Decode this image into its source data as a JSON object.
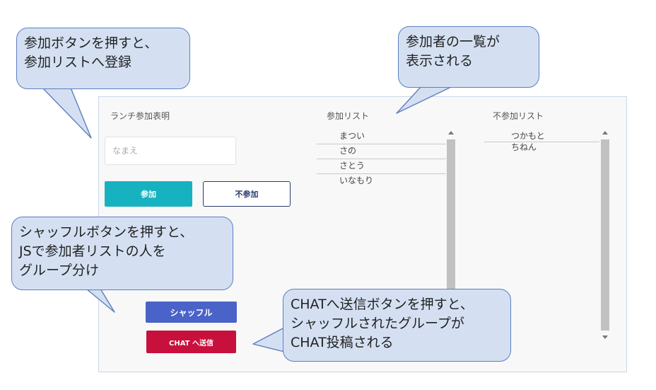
{
  "panel": {
    "title": "ランチ参加表明",
    "name_placeholder": "なまえ",
    "join_button": "参加",
    "decline_button": "不参加",
    "shuffle_button": "シャッフル",
    "chat_button": "CHAT へ送信",
    "join_list": {
      "header": "参加リスト",
      "items": [
        "まつい",
        "さの",
        "さとう",
        "いなもり"
      ]
    },
    "decline_list": {
      "header": "不参加リスト",
      "items": [
        "つかもと",
        "ちねん"
      ]
    }
  },
  "annotations": {
    "join_note": "参加ボタンを押すと、\n参加リストへ登録",
    "list_note": "参加者の一覧が\n表示される",
    "shuffle_note": "シャッフルボタンを押すと、\nJSで参加者リストの人を\nグループ分け",
    "chat_note": "CHATへ送信ボタンを押すと、\nシャッフルされたグループが\nCHAT投稿される"
  },
  "colors": {
    "join_button": "#17b2c0",
    "decline_border": "#2b3b6e",
    "shuffle_button": "#4a63c8",
    "chat_button": "#c8103c",
    "callout_fill": "#d4e0f2",
    "callout_border": "#5d7fbf"
  }
}
